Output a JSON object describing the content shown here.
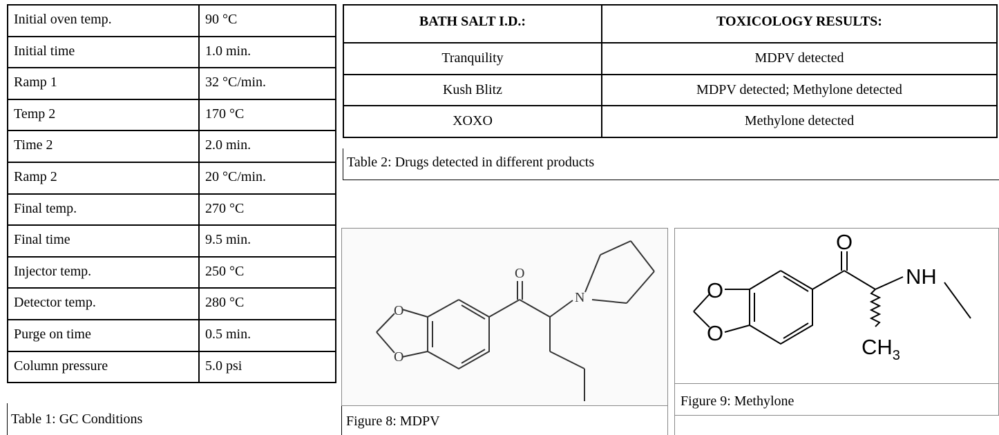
{
  "table1": {
    "rows": [
      [
        "Initial oven temp.",
        "90 °C"
      ],
      [
        "Initial time",
        "1.0 min."
      ],
      [
        "Ramp 1",
        "32 °C/min."
      ],
      [
        "Temp 2",
        "170 °C"
      ],
      [
        "Time 2",
        "2.0 min."
      ],
      [
        "Ramp 2",
        "20 °C/min."
      ],
      [
        "Final temp.",
        "270 °C"
      ],
      [
        "Final time",
        "9.5 min."
      ],
      [
        "Injector temp.",
        "250 °C"
      ],
      [
        "Detector temp.",
        "280 °C"
      ],
      [
        "Purge on time",
        "0.5 min."
      ],
      [
        "Column pressure",
        "5.0 psi"
      ]
    ],
    "caption": "Table 1:  GC Conditions"
  },
  "table2": {
    "headers": [
      "BATH SALT I.D.:",
      "TOXICOLOGY RESULTS:"
    ],
    "rows": [
      [
        "Tranquility",
        "MDPV detected"
      ],
      [
        "Kush Blitz",
        "MDPV detected; Methylone detected"
      ],
      [
        "XOXO",
        "Methylone detected"
      ]
    ],
    "caption": "Table 2: Drugs detected in different products"
  },
  "figure8": {
    "caption": "Figure 8:  MDPV",
    "atoms": {
      "oxygen_top": "O",
      "oxygen_ring_1": "O",
      "oxygen_ring_2": "O",
      "nitrogen": "N"
    }
  },
  "figure9": {
    "caption": "Figure 9:  Methylone",
    "atoms": {
      "oxygen_top": "O",
      "oxygen_ring_1": "O",
      "oxygen_ring_2": "O",
      "amine": "NH",
      "methyl": "CH",
      "methyl_sub": "3"
    }
  }
}
